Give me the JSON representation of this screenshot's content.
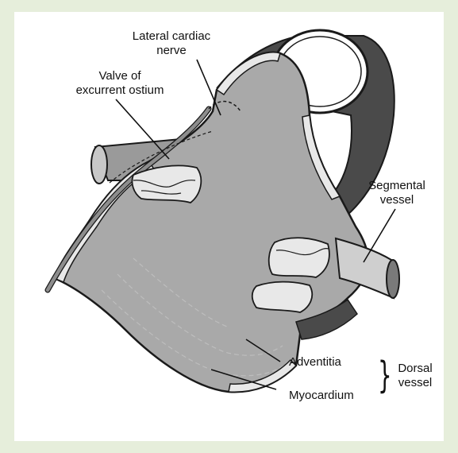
{
  "diagram": {
    "labels": {
      "lateral_cardiac_nerve": [
        "Lateral cardiac",
        "nerve"
      ],
      "valve_excurrent_ostium": [
        "Valve of",
        "excurrent ostium"
      ],
      "segmental_vessel": [
        "Segmental",
        "vessel"
      ],
      "adventitia": "Adventitia",
      "myocardium": "Myocardium",
      "dorsal_vessel": [
        "Dorsal",
        "vessel"
      ]
    },
    "colors": {
      "background": "#e6eedb",
      "panel": "#ffffff",
      "lumen": "#a9a9a9",
      "outer_wall": "#4a4a4a",
      "wall_light": "#e8e8e8",
      "outline": "#1a1a1a"
    }
  }
}
